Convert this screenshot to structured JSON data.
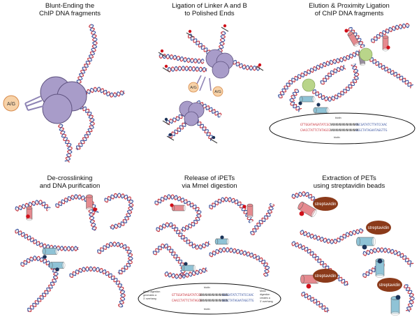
{
  "panels": [
    {
      "title_line1": "Blunt-Ending the",
      "title_line2": "ChIP DNA fragments"
    },
    {
      "title_line1": "Ligation of Linker A and B",
      "title_line2": "to Polished Ends"
    },
    {
      "title_line1": "Elution & Proximity Ligation",
      "title_line2": "of ChIP DNA fragments"
    },
    {
      "title_line1": "De-crosslinking",
      "title_line2": "and DNA purification"
    },
    {
      "title_line1": "Release of iPETs",
      "title_line2": "via MmeI digestion"
    },
    {
      "title_line1": "Extraction of PETs",
      "title_line2": "using streptavidin beads"
    }
  ],
  "labels": {
    "ag": "A/G",
    "streptavidin": "streptavidin",
    "bleeder": "biotin",
    "mmei_left_1": "MmeI digestion",
    "mmei_left_2": "generates a",
    "mmei_left_3": "3' overhang",
    "mmei_right_1": "MmeI",
    "mmei_right_2": "digestion",
    "mmei_right_3": "creates a",
    "mmei_right_4": "3' overhang"
  },
  "sequences": {
    "top_red": "GTTGGATAAGATATCGC",
    "top_blue": "CGCGATATCTTATCCAAC",
    "bot_red": "CAACCTATTCTATAGCG",
    "bot_blue": "GCGCTATAGAATAGGTTG",
    "mid": "NNNNNNNNNNNNNNNN"
  },
  "colors": {
    "dna_red": "#c8323c",
    "dna_blue": "#3b55a0",
    "protein": "#a89cc9",
    "protein_dark": "#7d6fa6",
    "linker_red": "#e58a8f",
    "linker_blue": "#8fc3d6",
    "bead": "#8b3a1a",
    "biotin_red": "#d0101a",
    "biotin_blue": "#1b3358",
    "ag_fill": "#f7d2a8",
    "ag_stroke": "#d78a4a",
    "green_protein": "#b9d58a"
  }
}
